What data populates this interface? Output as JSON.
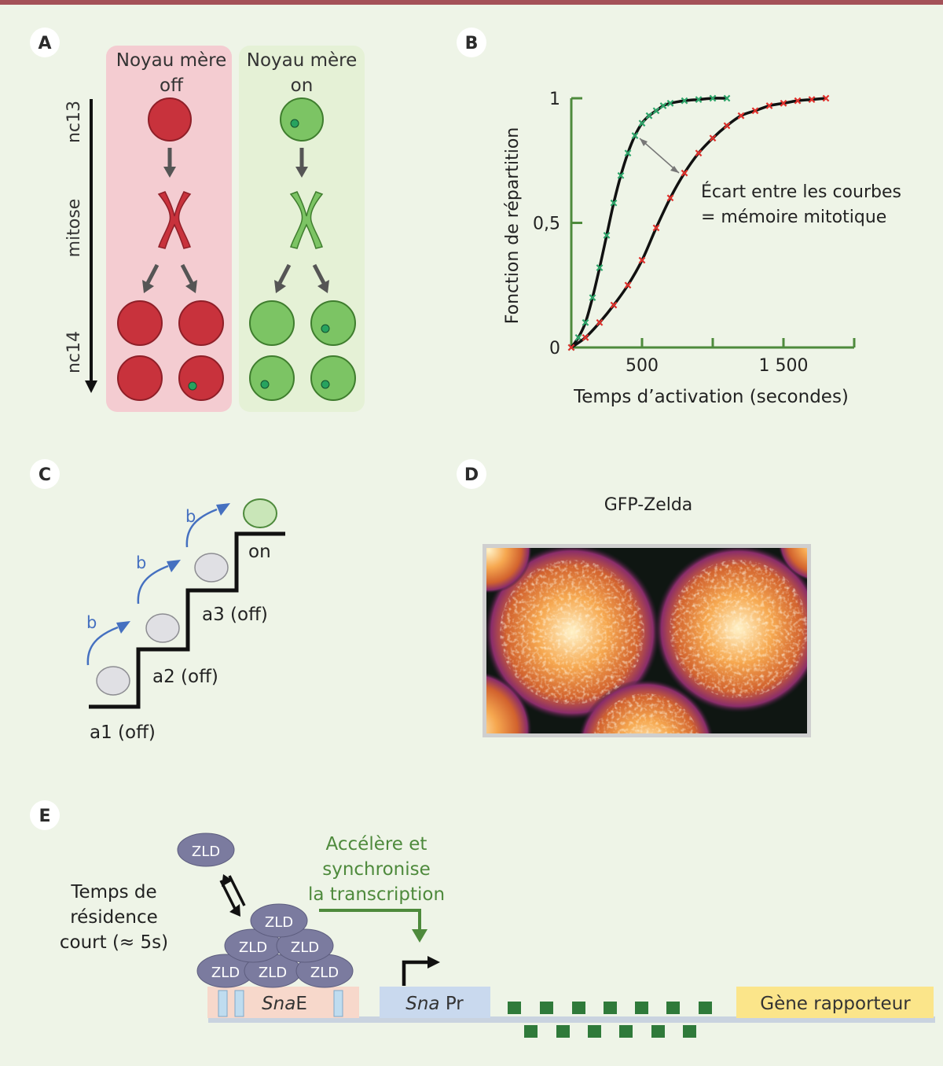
{
  "panels": {
    "A": {
      "label": "A",
      "col_off_title": [
        "Noyau mère",
        "off"
      ],
      "col_on_title": [
        "Noyau mère",
        "on"
      ],
      "timeline": [
        "nc13",
        "mitose",
        "nc14"
      ]
    },
    "B": {
      "label": "B"
    },
    "C": {
      "label": "C",
      "steps": [
        "a1 (off)",
        "a2 (off)",
        "a3 (off)",
        "on"
      ],
      "arrow_label": "b"
    },
    "D": {
      "label": "D",
      "title": "GFP-Zelda"
    },
    "E": {
      "label": "E",
      "zld_label": "ZLD",
      "residence_text": [
        "Temps de",
        "résidence",
        "court (≈ 5s)"
      ],
      "effect_text": [
        "Accélère et",
        "synchronise",
        "la transcription"
      ],
      "enhancer_italic": "Sna",
      "enhancer_suffix": "E",
      "promoter_italic": "Sna",
      "promoter_suffix": " Pr",
      "reporter_label": "Gène rapporteur"
    }
  },
  "chart_data": {
    "type": "line",
    "xlabel": "Temps d’activation (secondes)",
    "ylabel": "Fonction de répartition",
    "xlim": [
      0,
      2000
    ],
    "ylim": [
      0,
      1
    ],
    "x_ticks": [
      0,
      500,
      1000,
      1500,
      2000
    ],
    "x_tick_labels": [
      "",
      "500",
      "",
      "1 500",
      ""
    ],
    "y_ticks": [
      0,
      0.5,
      1
    ],
    "y_tick_labels": [
      "0",
      "0,5",
      "1"
    ],
    "annotation": [
      "Écart entre les courbes",
      "= mémoire mitotique"
    ],
    "series": [
      {
        "color": "#2ea56a",
        "x": [
          0,
          50,
          100,
          150,
          200,
          250,
          300,
          350,
          400,
          450,
          500,
          550,
          600,
          650,
          700,
          800,
          900,
          1000,
          1100
        ],
        "y": [
          0,
          0.04,
          0.1,
          0.2,
          0.32,
          0.45,
          0.58,
          0.69,
          0.78,
          0.85,
          0.9,
          0.93,
          0.95,
          0.97,
          0.98,
          0.99,
          0.995,
          1.0,
          1.0
        ]
      },
      {
        "color": "#e0312c",
        "x": [
          0,
          100,
          200,
          300,
          400,
          500,
          600,
          700,
          800,
          900,
          1000,
          1100,
          1200,
          1300,
          1400,
          1500,
          1600,
          1700,
          1800
        ],
        "y": [
          0,
          0.04,
          0.1,
          0.17,
          0.25,
          0.35,
          0.48,
          0.6,
          0.7,
          0.78,
          0.84,
          0.89,
          0.93,
          0.95,
          0.97,
          0.98,
          0.99,
          0.995,
          1.0
        ]
      }
    ]
  },
  "colors": {
    "red_nucleus": "#c8323c",
    "green_nucleus": "#7cc464",
    "off_column": "#f4ccd1",
    "on_column": "#e5f1d6",
    "zld": "#7b7b9f",
    "enhancer_bg": "#f7d8cb",
    "promoter_bg": "#c9d9ee",
    "reporter_bg": "#fbe58a",
    "green_text": "#4e8a3c",
    "step_arrow": "#4570c0",
    "marker_green": "#2a7a3c"
  }
}
